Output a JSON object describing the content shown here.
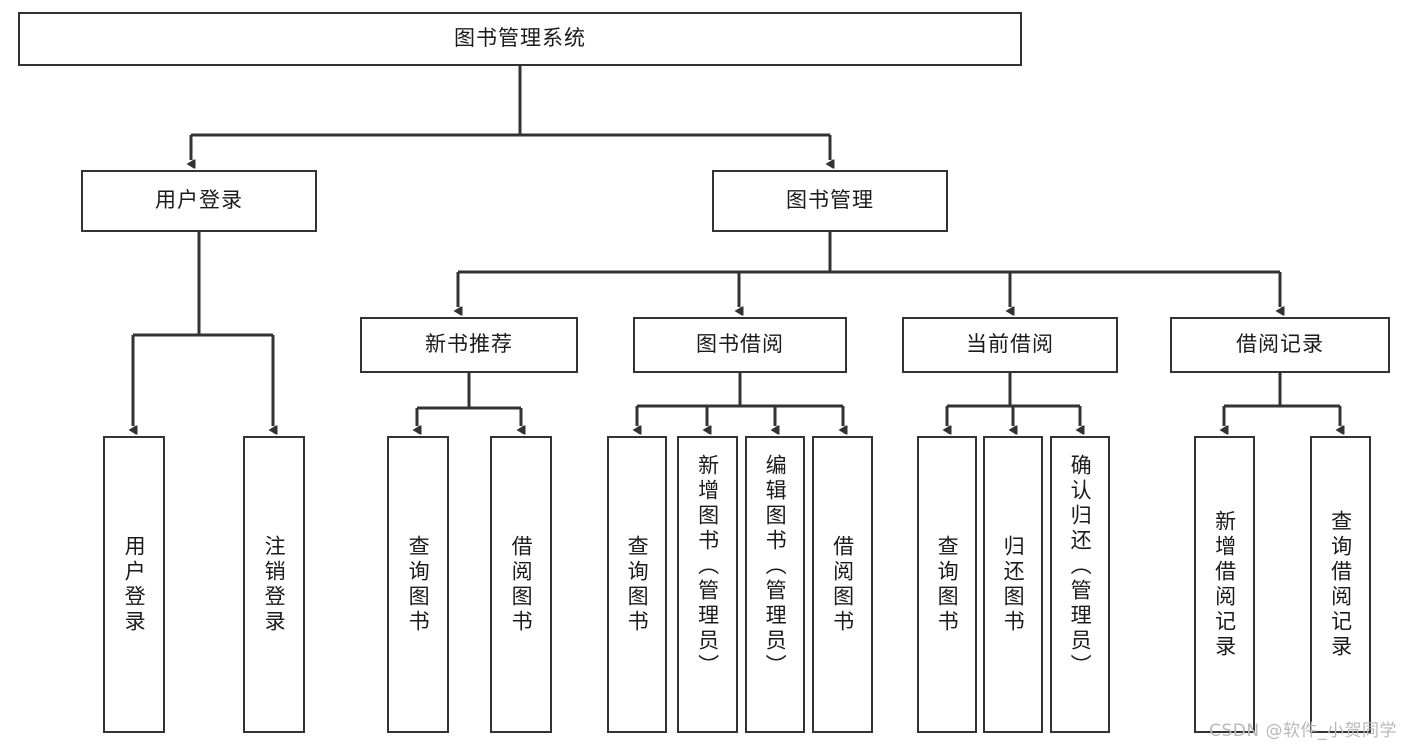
{
  "diagram": {
    "title_node": {
      "label": "图书管理系统"
    },
    "level2": [
      {
        "id": "user-login",
        "label": "用户登录"
      },
      {
        "id": "book-management",
        "label": "图书管理"
      }
    ],
    "level3": [
      {
        "id": "new-book-recommend",
        "label": "新书推荐"
      },
      {
        "id": "book-borrow",
        "label": "图书借阅"
      },
      {
        "id": "current-borrow",
        "label": "当前借阅"
      },
      {
        "id": "borrow-record",
        "label": "借阅记录"
      }
    ],
    "leaves": {
      "user_login": [
        {
          "id": "leaf-user-login",
          "label": "用户登录"
        },
        {
          "id": "leaf-logout-login",
          "label": "注销登录"
        }
      ],
      "new_book_recommend": [
        {
          "id": "leaf-query-book-1",
          "label": "查询图书"
        },
        {
          "id": "leaf-borrow-book-1",
          "label": "借阅图书"
        }
      ],
      "book_borrow": [
        {
          "id": "leaf-query-book-2",
          "label": "查询图书"
        },
        {
          "id": "leaf-add-book",
          "label": "新增图书（管理员）"
        },
        {
          "id": "leaf-edit-book",
          "label": "编辑图书（管理员）"
        },
        {
          "id": "leaf-borrow-book-2",
          "label": "借阅图书"
        }
      ],
      "current_borrow": [
        {
          "id": "leaf-query-book-3",
          "label": "查询图书"
        },
        {
          "id": "leaf-return-book",
          "label": "归还图书"
        },
        {
          "id": "leaf-confirm-return",
          "label": "确认归还（管理员）"
        }
      ],
      "borrow_record": [
        {
          "id": "leaf-add-record",
          "label": "新增借阅记录"
        },
        {
          "id": "leaf-query-record",
          "label": "查询借阅记录"
        }
      ]
    }
  },
  "watermark": {
    "text": "CSDN @软件_小贺同学"
  },
  "colors": {
    "stroke": "#333333",
    "background": "#ffffff",
    "text": "#1b1b1b",
    "watermark": "#b9b9b9"
  }
}
